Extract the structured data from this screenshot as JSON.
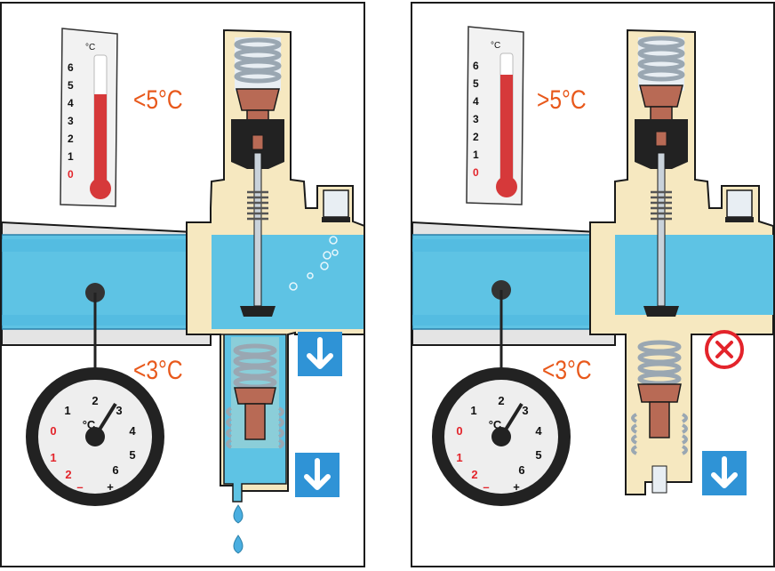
{
  "colors": {
    "water": "#5ec3e4",
    "water_dark": "#3aa8d8",
    "brass": "#f6e8c0",
    "piston": "#b86a55",
    "spring": "#c9d2da",
    "pipe": "#e4e4e4",
    "label_orange": "#e8591c",
    "arrow_box": "#2f93d6",
    "stop_red": "#e3242b",
    "outline": "#1a1a1a"
  },
  "panels": [
    {
      "state": "open-draining",
      "thermometer": {
        "unit": "°C",
        "scale": [
          "6",
          "5",
          "4",
          "3",
          "2",
          "1",
          "0"
        ],
        "fill_level": 4.3
      },
      "air_temp_label": "<5°C",
      "water_temp_label": "<3°C",
      "gauge": {
        "unit": "°C",
        "ticks": [
          "0",
          "1",
          "2",
          "3",
          "4",
          "5",
          "6"
        ],
        "negative_ticks": [
          "0",
          "1",
          "2"
        ],
        "minus": "–",
        "plus": "+",
        "needle_value": 3
      },
      "indicators": [
        "arrow-down",
        "arrow-down"
      ],
      "drops": 2
    },
    {
      "state": "closed",
      "thermometer": {
        "unit": "°C",
        "scale": [
          "6",
          "5",
          "4",
          "3",
          "2",
          "1",
          "0"
        ],
        "fill_level": 5.7
      },
      "air_temp_label": ">5°C",
      "water_temp_label": "<3°C",
      "gauge": {
        "unit": "°C",
        "ticks": [
          "0",
          "1",
          "2",
          "3",
          "4",
          "5",
          "6"
        ],
        "negative_ticks": [
          "0",
          "1",
          "2"
        ],
        "minus": "–",
        "plus": "+",
        "needle_value": 3
      },
      "indicators": [
        "stop-x",
        "arrow-down"
      ],
      "drops": 0
    }
  ]
}
